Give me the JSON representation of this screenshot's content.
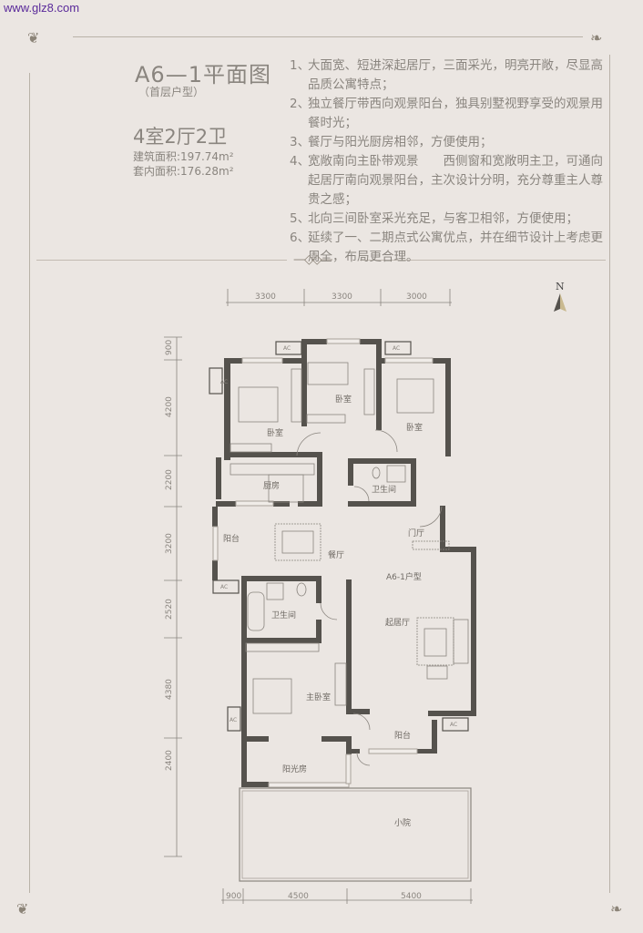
{
  "watermark": "www.glz8.com",
  "header": {
    "title": "A6—1平面图",
    "subtitle": "（首层户型）",
    "layout": "4室2厅2卫",
    "building_area": "建筑面积:197.74m²",
    "interior_area": "套内面积:176.28m²"
  },
  "features": [
    {
      "num": "1、",
      "text": "大面宽、短进深起居厅，三面采光，明亮开敞，尽显高品质公寓特点；"
    },
    {
      "num": "2、",
      "text": "独立餐厅带西向观景阳台，独具别墅视野享受的观景用餐时光；"
    },
    {
      "num": "3、",
      "text": "餐厅与阳光厨房相邻，方便使用；"
    },
    {
      "num": "4、",
      "text": "宽敞南向主卧带观景　　西侧窗和宽敞明主卫，可通向起居厅南向观景阳台，主次设计分明，充分尊重主人尊贵之感；"
    },
    {
      "num": "5、",
      "text": "北向三间卧室采光充足，与客卫相邻，方便使用；"
    },
    {
      "num": "6、",
      "text": "延续了一、二期点式公寓优点，并在细节设计上考虑更周全，布局更合理。"
    }
  ],
  "compass": {
    "label": "N"
  },
  "dimensions": {
    "top": [
      "3300",
      "3300",
      "3000"
    ],
    "left": [
      "900",
      "4200",
      "2200",
      "3200",
      "2520",
      "4380",
      "2400"
    ],
    "bottom": [
      "900",
      "4500",
      "5400"
    ]
  },
  "rooms": {
    "bedroom_nw": "卧室",
    "bedroom_n": "卧室",
    "bedroom_ne": "卧室",
    "kitchen": "厨房",
    "guest_bath": "卫生间",
    "foyer": "门厅",
    "west_balcony": "阳台",
    "dining": "餐厅",
    "unit_type": "A6-1户型",
    "master_bath": "卫生间",
    "living": "起居厅",
    "master_bedroom": "主卧室",
    "south_balcony": "阳台",
    "sunroom": "阳光房",
    "yard": "小院",
    "ac": "AC"
  },
  "colors": {
    "background": "#ebe6e2",
    "wall": "#55524d",
    "text": "#8a857f",
    "watermark": "#5a2a9a"
  }
}
